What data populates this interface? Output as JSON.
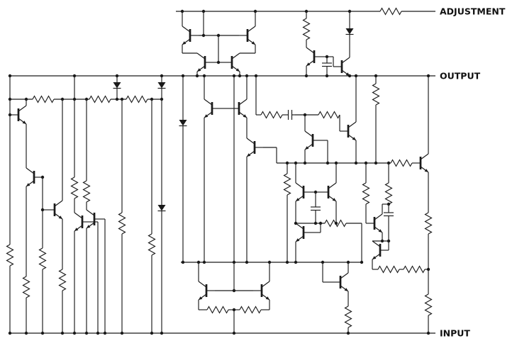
{
  "diagram": {
    "type": "circuit-schematic",
    "background": "#ffffff",
    "line_color": "#1a1a1a",
    "terminals": [
      {
        "id": "adjustment",
        "label": "ADJUSTMENT"
      },
      {
        "id": "output",
        "label": "OUTPUT"
      },
      {
        "id": "input",
        "label": "INPUT"
      }
    ],
    "components": {
      "transistors": 25,
      "resistors": 28,
      "capacitors": 4,
      "diodes": 5
    }
  }
}
